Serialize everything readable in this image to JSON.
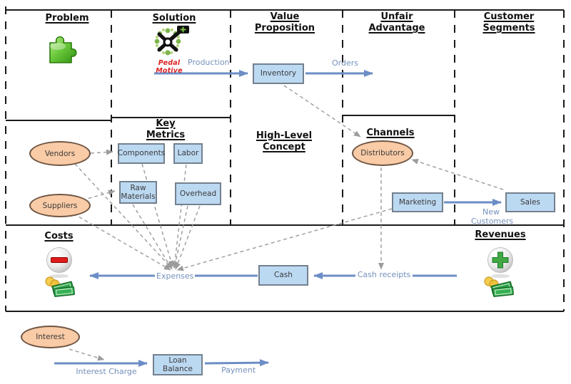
{
  "diagram": {
    "title_sections": {
      "problem": "Problem",
      "solution": "Solution",
      "value_proposition": "Value Proposition",
      "unfair_advantage": "Unfair Advantage",
      "customer_segments": "Customer Segments",
      "key_metrics": "Key Metrics",
      "high_level_concept": "High-Level Concept",
      "channels": "Channels",
      "costs": "Costs",
      "revenues": "Revenues"
    },
    "brand": {
      "name": "Pedal Motive"
    },
    "nodes": {
      "inventory": "Inventory",
      "components": "Components",
      "labor": "Labor",
      "raw_materials": "Raw Materials",
      "overhead": "Overhead",
      "marketing": "Marketing",
      "sales": "Sales",
      "cash": "Cash",
      "loan_balance": "Loan Balance",
      "vendors": "Vendors",
      "suppliers": "Suppliers",
      "distributors": "Distributors",
      "interest": "Interest"
    },
    "flow_labels": {
      "production": "Production",
      "orders": "Orders",
      "new_customers": "New Customers",
      "cash_receipts": "Cash receipts",
      "expenses": "Expenses",
      "interest_charge": "Interest Charge",
      "payment": "Payment"
    },
    "icons": {
      "problem_icon": "puzzle-icon",
      "solution_icon": "pedal-motive-logo",
      "costs_icon": "minus-sphere-icon",
      "costs_money_icon": "money-icon",
      "revenues_icon": "plus-sphere-icon",
      "revenues_money_icon": "money-icon"
    },
    "colors": {
      "process_fill": "#BCD9F2",
      "process_border": "#73808E",
      "entity_fill": "#F9CBA6",
      "entity_border": "#6E5543",
      "flow_arrow": "#6C8EC6",
      "flow_label": "#7590BC",
      "connector": "#9B9B9B",
      "frame": "#1A1A1A",
      "brand_red": "#DD2222"
    }
  }
}
